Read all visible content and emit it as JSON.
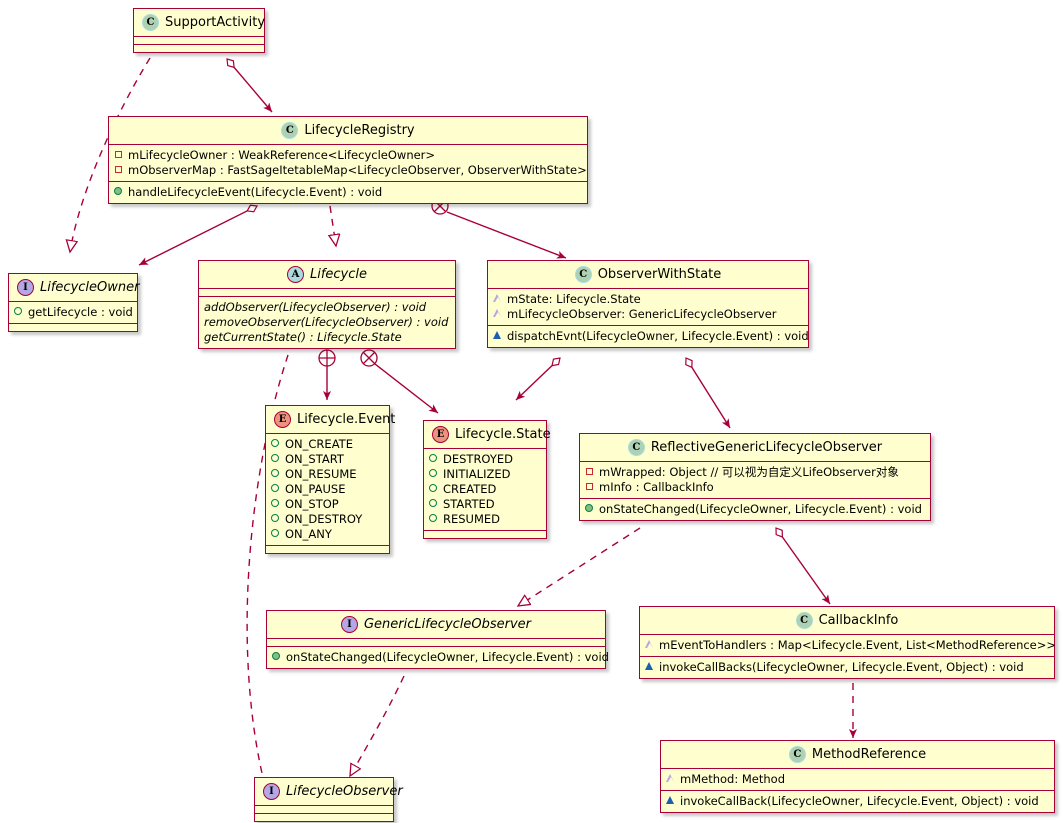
{
  "diagram": {
    "kind": "uml-class-diagram",
    "colors": {
      "class_fill": "#FEFECE",
      "class_border": "#A80036",
      "edge": "#A80036",
      "stereotype_class": "#ADD1B2",
      "stereotype_abstract": "#A9DCDF",
      "stereotype_interface": "#B4A7E5",
      "stereotype_enum": "#EB937F",
      "visibility_private": "#C82930",
      "visibility_public": "#038048",
      "visibility_protected": "#1D5FAF"
    }
  },
  "classes": {
    "support_activity": {
      "stereotype": "C",
      "name": "SupportActivity",
      "fields": [],
      "methods": []
    },
    "lifecycle_registry": {
      "stereotype": "C",
      "name": "LifecycleRegistry",
      "fields": [
        {
          "vis": "private",
          "text": "mLifecycleOwner : WeakReference<LifecycleOwner>"
        },
        {
          "vis": "private",
          "text": "mObserverMap : FastSageItetableMap<LifecycleObserver, ObserverWithState>"
        }
      ],
      "methods": [
        {
          "vis": "publicm",
          "text": "handleLifecycleEvent(Lifecycle.Event) : void"
        }
      ]
    },
    "lifecycle_owner": {
      "stereotype": "I",
      "name": "LifecycleOwner",
      "fields": [],
      "methods": [
        {
          "vis": "public",
          "text": "getLifecycle : void"
        }
      ]
    },
    "lifecycle": {
      "stereotype": "A",
      "name": "Lifecycle",
      "fields": [],
      "methods": [
        {
          "vis": "none",
          "text": "addObserver(LifecycleObserver) : void"
        },
        {
          "vis": "none",
          "text": "removeObserver(LifecycleObserver) : void"
        },
        {
          "vis": "none",
          "text": "getCurrentState() : Lifecycle.State"
        }
      ]
    },
    "observer_with_state": {
      "stereotype": "C",
      "name": "ObserverWithState",
      "fields": [
        {
          "vis": "protected",
          "text": "mState: Lifecycle.State"
        },
        {
          "vis": "protected",
          "text": "mLifecycleObserver: GenericLifecycleObserver"
        }
      ],
      "methods": [
        {
          "vis": "protectedm",
          "text": "dispatchEvnt(LifecycleOwner, Lifecycle.Event) : void"
        }
      ]
    },
    "lifecycle_event": {
      "stereotype": "E",
      "name": "Lifecycle.Event",
      "fields": [
        {
          "vis": "public",
          "text": "ON_CREATE"
        },
        {
          "vis": "public",
          "text": "ON_START"
        },
        {
          "vis": "public",
          "text": "ON_RESUME"
        },
        {
          "vis": "public",
          "text": "ON_PAUSE"
        },
        {
          "vis": "public",
          "text": "ON_STOP"
        },
        {
          "vis": "public",
          "text": "ON_DESTROY"
        },
        {
          "vis": "public",
          "text": "ON_ANY"
        }
      ],
      "methods": []
    },
    "lifecycle_state": {
      "stereotype": "E",
      "name": "Lifecycle.State",
      "fields": [
        {
          "vis": "public",
          "text": "DESTROYED"
        },
        {
          "vis": "public",
          "text": "INITIALIZED"
        },
        {
          "vis": "public",
          "text": "CREATED"
        },
        {
          "vis": "public",
          "text": "STARTED"
        },
        {
          "vis": "public",
          "text": "RESUMED"
        }
      ],
      "methods": []
    },
    "reflective_observer": {
      "stereotype": "C",
      "name": "ReflectiveGenericLifecycleObserver",
      "fields": [
        {
          "vis": "private",
          "text": "mWrapped: Object // 可以视为自定义LifeObserver对象"
        },
        {
          "vis": "private",
          "text": "mInfo : CallbackInfo"
        }
      ],
      "methods": [
        {
          "vis": "publicm",
          "text": "onStateChanged(LifecycleOwner, Lifecycle.Event) : void"
        }
      ]
    },
    "generic_observer": {
      "stereotype": "I",
      "name": "GenericLifecycleObserver",
      "fields": [],
      "methods": [
        {
          "vis": "publicm",
          "text": "onStateChanged(LifecycleOwner, Lifecycle.Event) : void"
        }
      ]
    },
    "callback_info": {
      "stereotype": "C",
      "name": "CallbackInfo",
      "fields": [
        {
          "vis": "protected",
          "text": "mEventToHandlers : Map<Lifecycle.Event, List<MethodReference>>"
        }
      ],
      "methods": [
        {
          "vis": "protectedm",
          "text": "invokeCallBacks(LifecycleOwner, Lifecycle.Event, Object) : void"
        }
      ]
    },
    "lifecycle_observer": {
      "stereotype": "I",
      "name": "LifecycleObserver",
      "fields": [],
      "methods": []
    },
    "method_reference": {
      "stereotype": "C",
      "name": "MethodReference",
      "fields": [
        {
          "vis": "protected",
          "text": "mMethod: Method"
        }
      ],
      "methods": [
        {
          "vis": "protectedm",
          "text": "invokeCallBack(LifecycleOwner, Lifecycle.Event, Object) : void"
        }
      ]
    }
  },
  "relations": [
    {
      "name": "support-activity-implements-lifecycle-owner",
      "from": "SupportActivity",
      "to": "LifecycleOwner",
      "type": "realization"
    },
    {
      "name": "support-activity-aggregates-lifecycle-registry",
      "from": "SupportActivity",
      "to": "LifecycleRegistry",
      "type": "aggregation"
    },
    {
      "name": "lifecycle-registry-aggregates-lifecycle-owner",
      "from": "LifecycleRegistry",
      "to": "LifecycleOwner",
      "type": "aggregation"
    },
    {
      "name": "lifecycle-registry-extends-lifecycle",
      "from": "LifecycleRegistry",
      "to": "Lifecycle",
      "type": "realization"
    },
    {
      "name": "lifecycle-registry-contains-observer-with-state",
      "from": "LifecycleRegistry",
      "to": "ObserverWithState",
      "type": "nested"
    },
    {
      "name": "lifecycle-contains-lifecycle-event",
      "from": "Lifecycle",
      "to": "Lifecycle.Event",
      "type": "nested-plus"
    },
    {
      "name": "lifecycle-contains-lifecycle-state",
      "from": "Lifecycle",
      "to": "Lifecycle.State",
      "type": "nested"
    },
    {
      "name": "lifecycle-depends-lifecycle-observer",
      "from": "Lifecycle",
      "to": "LifecycleObserver",
      "type": "dependency"
    },
    {
      "name": "observer-with-state-uses-lifecycle-state",
      "from": "ObserverWithState",
      "to": "Lifecycle.State",
      "type": "aggregation"
    },
    {
      "name": "observer-with-state-uses-reflective-observer",
      "from": "ObserverWithState",
      "to": "ReflectiveGenericLifecycleObserver",
      "type": "aggregation"
    },
    {
      "name": "reflective-observer-implements-generic-observer",
      "from": "ReflectiveGenericLifecycleObserver",
      "to": "GenericLifecycleObserver",
      "type": "realization"
    },
    {
      "name": "reflective-observer-aggregates-callback-info",
      "from": "ReflectiveGenericLifecycleObserver",
      "to": "CallbackInfo",
      "type": "aggregation"
    },
    {
      "name": "generic-observer-extends-lifecycle-observer",
      "from": "GenericLifecycleObserver",
      "to": "LifecycleObserver",
      "type": "realization"
    },
    {
      "name": "callback-info-depends-method-reference",
      "from": "CallbackInfo",
      "to": "MethodReference",
      "type": "dependency"
    }
  ]
}
